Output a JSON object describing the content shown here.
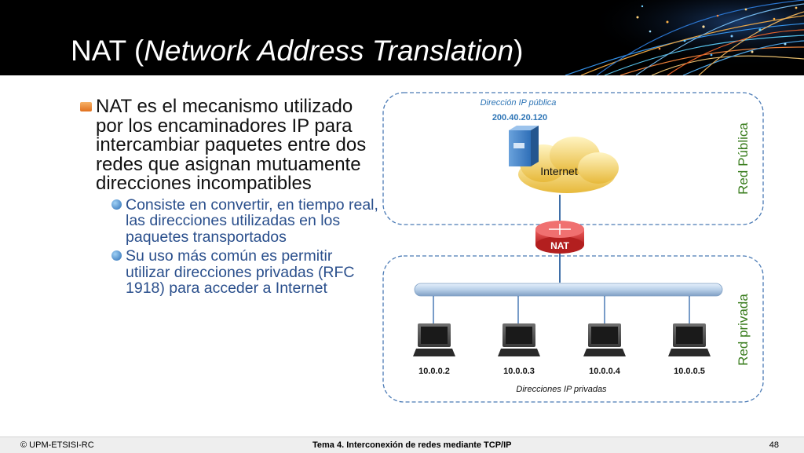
{
  "slide": {
    "title_plain_open": "NAT (",
    "title_italic": "Network Address Translation",
    "title_plain_close": ")"
  },
  "bullets": {
    "main": "NAT es el mecanismo utilizado por los encaminadores IP para intercambiar paquetes entre dos redes que asignan mutuamente direcciones incompatibles",
    "sub": [
      "Consiste en convertir, en tiempo real, las direcciones utilizadas en los paquetes transportados",
      "Su uso más común es permitir utilizar direcciones privadas (RFC 1918) para acceder a Internet"
    ]
  },
  "diagram": {
    "public_ip_label": "Dirección IP pública",
    "public_ip": "200.40.20.120",
    "cloud_label": "Internet",
    "router_label": "NAT",
    "public_net_label": "Red Pública",
    "private_net_label": "Red privada",
    "hosts": [
      "10.0.0.2",
      "10.0.0.3",
      "10.0.0.4",
      "10.0.0.5"
    ],
    "private_ips_label": "Direcciones IP privadas"
  },
  "footer": {
    "left": "© UPM-ETSISI-RC",
    "center": "Tema 4. Interconexión de redes mediante TCP/IP",
    "page": "48"
  },
  "colors": {
    "header_bg": "#000000",
    "accent_blue": "#2e75b6",
    "sub_text": "#2a4f8c",
    "green_label": "#3a7d1e",
    "router_red": "#d02a2a"
  }
}
